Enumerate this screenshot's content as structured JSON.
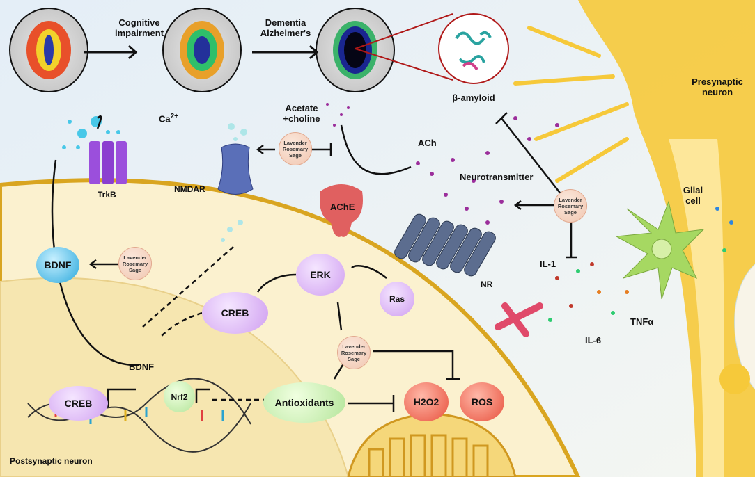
{
  "progression": {
    "step1_label": "Cognitive impairment",
    "step2_label_line1": "Dementia",
    "step2_label_line2": "Alzheimer's",
    "amyloid_label": "β-amyloid"
  },
  "labels": {
    "presynaptic_line1": "Presynaptic",
    "presynaptic_line2": "neuron",
    "postsynaptic": "Postsynaptic neuron",
    "glial_line1": "Glial",
    "glial_line2": "cell",
    "ca": "Ca",
    "ca_sup": "2+",
    "acetate_line1": "Acetate",
    "acetate_line2": "+choline",
    "ach": "ACh",
    "neurotransmitter": "Neurotransmitter",
    "trkb": "TrkB",
    "nmdar": "NMDAR",
    "ache": "AChE",
    "nr": "NR",
    "bdnf_out": "BDNF",
    "bdnf_gene": "BDNF",
    "erk": "ERK",
    "ras": "Ras",
    "creb": "CREB",
    "creb_dna": "CREB",
    "nrf2": "Nrf2",
    "antioxidants": "Antioxidants",
    "h2o2": "H2O2",
    "ros": "ROS",
    "il1": "IL-1",
    "il6": "IL-6",
    "tnfa": "TNFα"
  },
  "herb": {
    "line1": "Lavender",
    "line2": "Rosemary",
    "line3": "Sage"
  },
  "colors": {
    "membrane": "#d9a520",
    "cytoplasm": "#fbf3d6",
    "nucleus": "#f7e9b8",
    "neuron": "#f6c93a",
    "glia": "#9fd35a"
  }
}
